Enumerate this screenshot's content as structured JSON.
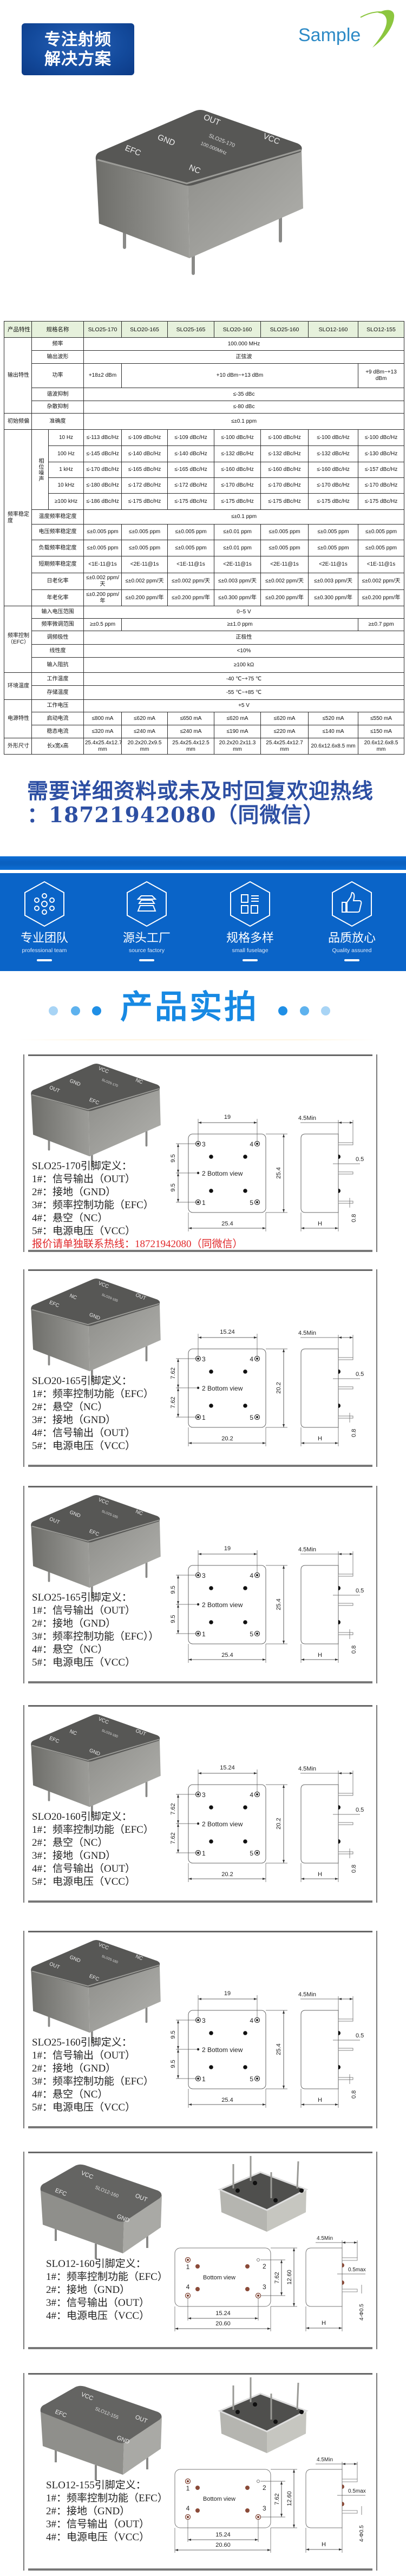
{
  "header": {
    "slogan_line1": "专注射频",
    "slogan_line2": "解决方案",
    "logo_text": "Sample"
  },
  "hero": {
    "photo_labels": [
      "OUT",
      "VCC",
      "GND",
      "EFC",
      "NC"
    ],
    "model": "SLO25-170",
    "freq": "100.000MHz"
  },
  "table": {
    "header": [
      "产品特性",
      "规格名称",
      "SLO25-170",
      "SLO20-165",
      "SLO25-165",
      "SLO20-160",
      "SLO25-160",
      "SLO12-160",
      "SLO12-155"
    ],
    "groups": [
      {
        "name": "输出特性",
        "rows": [
          {
            "label": "频率",
            "cells": [
              {
                "v": "100.000 MHz",
                "span": 7
              }
            ]
          },
          {
            "label": "输出波形",
            "cells": [
              {
                "v": "正弦波",
                "span": 7
              }
            ]
          },
          {
            "label": "功率",
            "cells": [
              {
                "v": "+18±2 dBm"
              },
              {
                "v": "+10 dBm~+13 dBm",
                "span": 5
              },
              {
                "v": "+9 dBm~+13 dBm"
              }
            ]
          },
          {
            "label": "谐波抑制",
            "cells": [
              {
                "v": "≤-35 dBc",
                "span": 7
              }
            ]
          },
          {
            "label": "杂散抑制",
            "cells": [
              {
                "v": "≤-80 dBc",
                "span": 7
              }
            ]
          }
        ]
      },
      {
        "name": "初始频偏",
        "rows": [
          {
            "label": "准确度",
            "cells": [
              {
                "v": "≤±0.1 ppm",
                "span": 7
              }
            ]
          }
        ]
      },
      {
        "name": "频率稳定度",
        "sub": "相位噪声",
        "sub_count": 5,
        "rows": [
          {
            "label": "10 Hz",
            "cells": [
              {
                "v": "≤-113 dBc/Hz"
              },
              {
                "v": "≤-109 dBc/Hz"
              },
              {
                "v": "≤-109 dBc/Hz"
              },
              {
                "v": "≤-100 dBc/Hz"
              },
              {
                "v": "≤-100 dBc/Hz"
              },
              {
                "v": "≤-100 dBc/Hz"
              },
              {
                "v": "≤-100 dBc/Hz"
              }
            ]
          },
          {
            "label": "100 Hz",
            "cells": [
              {
                "v": "≤-145 dBc/Hz"
              },
              {
                "v": "≤-140 dBc/Hz"
              },
              {
                "v": "≤-140 dBc/Hz"
              },
              {
                "v": "≤-132 dBc/Hz"
              },
              {
                "v": "≤-132 dBc/Hz"
              },
              {
                "v": "≤-132 dBc/Hz"
              },
              {
                "v": "≤-130 dBc/Hz"
              }
            ]
          },
          {
            "label": "1 kHz",
            "cells": [
              {
                "v": "≤-170 dBc/Hz"
              },
              {
                "v": "≤-165 dBc/Hz"
              },
              {
                "v": "≤-165 dBc/Hz"
              },
              {
                "v": "≤-160 dBc/Hz"
              },
              {
                "v": "≤-160 dBc/Hz"
              },
              {
                "v": "≤-160 dBc/Hz"
              },
              {
                "v": "≤-157 dBc/Hz"
              }
            ]
          },
          {
            "label": "10 kHz",
            "cells": [
              {
                "v": "≤-180 dBc/Hz"
              },
              {
                "v": "≤-172 dBc/Hz"
              },
              {
                "v": "≤-172 dBc/Hz"
              },
              {
                "v": "≤-170 dBc/Hz"
              },
              {
                "v": "≤-170 dBc/Hz"
              },
              {
                "v": "≤-170 dBc/Hz"
              },
              {
                "v": "≤-170 dBc/Hz"
              }
            ]
          },
          {
            "label": "≥100 kHz",
            "cells": [
              {
                "v": "≤-186 dBc/Hz"
              },
              {
                "v": "≤-175 dBc/Hz"
              },
              {
                "v": "≤-175 dBc/Hz"
              },
              {
                "v": "≤-175 dBc/Hz"
              },
              {
                "v": "≤-175 dBc/Hz"
              },
              {
                "v": "≤-175 dBc/Hz"
              },
              {
                "v": "≤-175 dBc/Hz"
              }
            ]
          },
          {
            "label": "温度频率稳定度",
            "cells": [
              {
                "v": "≤±0.1 ppm",
                "span": 7
              }
            ]
          },
          {
            "label": "电压频率稳定度",
            "cells": [
              {
                "v": "≤±0.005 ppm"
              },
              {
                "v": "≤±0.005 ppm"
              },
              {
                "v": "≤±0.005 ppm"
              },
              {
                "v": "≤±0.01 ppm"
              },
              {
                "v": "≤±0.005 ppm"
              },
              {
                "v": "≤±0.005 ppm"
              },
              {
                "v": "≤±0.005 ppm"
              }
            ]
          },
          {
            "label": "负载频率稳定度",
            "cells": [
              {
                "v": "≤±0.005 ppm"
              },
              {
                "v": "≤±0.005 ppm"
              },
              {
                "v": "≤±0.005 ppm"
              },
              {
                "v": "≤±0.01 ppm"
              },
              {
                "v": "≤±0.005 ppm"
              },
              {
                "v": "≤±0.005 ppm"
              },
              {
                "v": "≤±0.005 ppm"
              }
            ]
          },
          {
            "label": "短期频率稳定度",
            "cells": [
              {
                "v": "<1E-11@1s"
              },
              {
                "v": "<2E-11@1s"
              },
              {
                "v": "<1E-11@1s"
              },
              {
                "v": "<2E-11@1s"
              },
              {
                "v": "<2E-11@1s"
              },
              {
                "v": "<2E-11@1s"
              },
              {
                "v": "<1E-11@1s"
              }
            ]
          },
          {
            "label": "日老化率",
            "cells": [
              {
                "v": "≤±0.002 ppm/天"
              },
              {
                "v": "≤±0.002 ppm/天"
              },
              {
                "v": "≤±0.002 ppm/天"
              },
              {
                "v": "≤±0.003 ppm/天"
              },
              {
                "v": "≤±0.002 ppm/天"
              },
              {
                "v": "≤±0.003 ppm/天"
              },
              {
                "v": "≤±0.002 ppm/天"
              }
            ]
          },
          {
            "label": "年老化率",
            "cells": [
              {
                "v": "≤±0.200 ppm/年"
              },
              {
                "v": "≤±0.200 ppm/年"
              },
              {
                "v": "≤±0.200 ppm/年"
              },
              {
                "v": "≤±0.300 ppm/年"
              },
              {
                "v": "≤±0.200 ppm/年"
              },
              {
                "v": "≤±0.300 ppm/年"
              },
              {
                "v": "≤±0.200 ppm/年"
              }
            ]
          }
        ]
      },
      {
        "name": "频率控制（EFC）",
        "rows": [
          {
            "label": "输入电压范围",
            "cells": [
              {
                "v": "0~5 V",
                "span": 7
              }
            ]
          },
          {
            "label": "频率微调范围",
            "cells": [
              {
                "v": "≥±0.5 ppm"
              },
              {
                "v": "≥±1.0 ppm",
                "span": 5
              },
              {
                "v": "≥±0.7 ppm"
              }
            ]
          },
          {
            "label": "调频极性",
            "cells": [
              {
                "v": "正极性",
                "span": 7
              }
            ]
          },
          {
            "label": "线性度",
            "cells": [
              {
                "v": "<10%",
                "span": 7
              }
            ]
          },
          {
            "label": "输入阻抗",
            "cells": [
              {
                "v": "≥100 kΩ",
                "span": 7
              }
            ]
          }
        ]
      },
      {
        "name": "环境温度",
        "rows": [
          {
            "label": "工作温度",
            "cells": [
              {
                "v": "-40 ℃~+75 ℃",
                "span": 7
              }
            ]
          },
          {
            "label": "存储温度",
            "cells": [
              {
                "v": "-55 ℃~+85 ℃",
                "span": 7
              }
            ]
          }
        ]
      },
      {
        "name": "电源特性",
        "rows": [
          {
            "label": "工作电压",
            "cells": [
              {
                "v": "+5 V",
                "span": 7
              }
            ]
          },
          {
            "label": "启动电流",
            "cells": [
              {
                "v": "≤800 mA"
              },
              {
                "v": "≤620 mA"
              },
              {
                "v": "≤650 mA"
              },
              {
                "v": "≤620 mA"
              },
              {
                "v": "≤620 mA"
              },
              {
                "v": "≤520 mA"
              },
              {
                "v": "≤550 mA"
              }
            ]
          },
          {
            "label": "稳态电流",
            "cells": [
              {
                "v": "≤320 mA"
              },
              {
                "v": "≤240 mA"
              },
              {
                "v": "≤240 mA"
              },
              {
                "v": "≤190 mA"
              },
              {
                "v": "≤220 mA"
              },
              {
                "v": "≤140 mA"
              },
              {
                "v": "≤150 mA"
              }
            ]
          }
        ]
      },
      {
        "name": "外形尺寸",
        "rows": [
          {
            "label": "长x宽x高",
            "cells": [
              {
                "v": "25.4x25.4x12.7 mm"
              },
              {
                "v": "20.2x20.2x9.5 mm"
              },
              {
                "v": "25.4x25.4x12.5 mm"
              },
              {
                "v": "20.2x20.2x11.3 mm"
              },
              {
                "v": "25.4x25.4x12.7 mm"
              },
              {
                "v": "20.6x12.6x8.5 mm"
              },
              {
                "v": "20.6x12.6x8.5 mm"
              }
            ]
          }
        ]
      }
    ]
  },
  "contact": {
    "line1": "需要详细资料或未及时回复欢迎热线",
    "line2": "：18721942080（同微信）"
  },
  "features": [
    {
      "icon": "team-icon",
      "title": "专业团队",
      "subtitle": "professional team"
    },
    {
      "icon": "factory-icon",
      "title": "源头工厂",
      "subtitle": "source factory"
    },
    {
      "icon": "grid-icon",
      "title": "规格多样",
      "subtitle": "small fuselage"
    },
    {
      "icon": "thumbs-up-icon",
      "title": "品质放心",
      "subtitle": "Quality assured"
    }
  ],
  "section_title": "产品实拍",
  "colors": {
    "brand_blue": "#0a64c8",
    "title_blue": "#1789e3",
    "contact_blue": "#2d4fa3",
    "note_red": "#e0282a",
    "logo_green": "#8cc63f"
  },
  "drawing": {
    "bottom_view": "Bottom view",
    "min_len": "4.5Min",
    "pin_dia": "0.5",
    "pin_dia_max": "0.5max",
    "flange": "0.8",
    "height": "H",
    "pin_spec": "4-Φ0.5",
    "pin_numbers": [
      "1",
      "2",
      "3",
      "4",
      "5"
    ]
  },
  "panels": [
    {
      "model": "SLO25-170",
      "type": "square",
      "title": "SLO25-170引脚定义：",
      "pins": [
        "1#：信号输出（OUT）",
        "2#：接地（GND）",
        "3#：频率控制功能（EFC）",
        "4#：悬空（NC）",
        "5#：电源电压（VCC）"
      ],
      "note": "报价请单独联系热线：18721942080（同微信）",
      "photo_labels": [
        "VCC",
        "NC",
        "GND",
        "OUT",
        "EFC"
      ],
      "dims": {
        "pitch_x": "19",
        "pitch_y": "9.5",
        "body": "25.4"
      }
    },
    {
      "model": "SLO20-165",
      "type": "square",
      "title": "SLO20-165引脚定义：",
      "pins": [
        "1#：频率控制功能（EFC）",
        "2#：悬空（NC）",
        "3#：接地（GND）",
        "4#：信号输出（OUT）",
        "5#：电源电压（VCC）"
      ],
      "photo_labels": [
        "VCC",
        "OUT",
        "NC",
        "EFC",
        "GND"
      ],
      "dims": {
        "pitch_x": "15.24",
        "pitch_y": "7.62",
        "body": "20.2"
      }
    },
    {
      "model": "SLO25-165",
      "type": "square",
      "title": "SLO25-165引脚定义：",
      "pins": [
        "1#：信号输出（OUT）",
        "2#：接地（GND）",
        "3#：频率控制功能（EFC））",
        "4#：悬空（NC）",
        "5#：电源电压（VCC）"
      ],
      "photo_labels": [
        "VCC",
        "NC",
        "GND",
        "OUT",
        "EFC"
      ],
      "dims": {
        "pitch_x": "19",
        "pitch_y": "9.5",
        "body": "25.4"
      }
    },
    {
      "model": "SLO20-160",
      "type": "square",
      "title": "SLO20-160引脚定义：",
      "pins": [
        "1#：频率控制功能（EFC）",
        "2#：悬空（NC）",
        "3#：接地（GND）",
        "4#：信号输出（OUT）",
        "5#：电源电压（VCC）"
      ],
      "photo_labels": [
        "VCC",
        "OUT",
        "NC",
        "EFC",
        "GND"
      ],
      "dims": {
        "pitch_x": "15.24",
        "pitch_y": "7.62",
        "body": "20.2"
      }
    },
    {
      "model": "SLO25-160",
      "type": "square",
      "title": "SLO25-160引脚定义：",
      "pins": [
        "1#：信号输出（OUT）",
        "2#：接地（GND）",
        "3#：频率控制功能（EFC）",
        "4#：悬空（NC）",
        "5#：电源电压（VCC）"
      ],
      "photo_labels": [
        "VCC",
        "NC",
        "GND",
        "OUT",
        "EFC"
      ],
      "dims": {
        "pitch_x": "19",
        "pitch_y": "9.5",
        "body": "25.4"
      }
    },
    {
      "model": "SLO12-160",
      "type": "rect",
      "title": "SLO12-160引脚定义：",
      "pins": [
        "1#：频率控制功能（EFC）",
        "2#：接地（GND）",
        "3#：信号输出（OUT）",
        "4#：电源电压（VCC）"
      ],
      "photo_labels": [
        "VCC",
        "EFC",
        "OUT",
        "GND"
      ],
      "dims": {
        "pitch_x": "15.24",
        "pitch_y": "7.62",
        "length": "20.60",
        "width": "12.60"
      }
    },
    {
      "model": "SLO12-155",
      "type": "rect",
      "title": "SLO12-155引脚定义：",
      "pins": [
        "1#：频率控制功能（EFC）",
        "2#：接地（GND）",
        "3#：信号输出（OUT）",
        "4#：电源电压（VCC）"
      ],
      "photo_labels": [
        "VCC",
        "EFC",
        "OUT",
        "GND"
      ],
      "dims": {
        "pitch_x": "15.24",
        "pitch_y": "7.62",
        "length": "20.60",
        "width": "12.60"
      }
    }
  ]
}
